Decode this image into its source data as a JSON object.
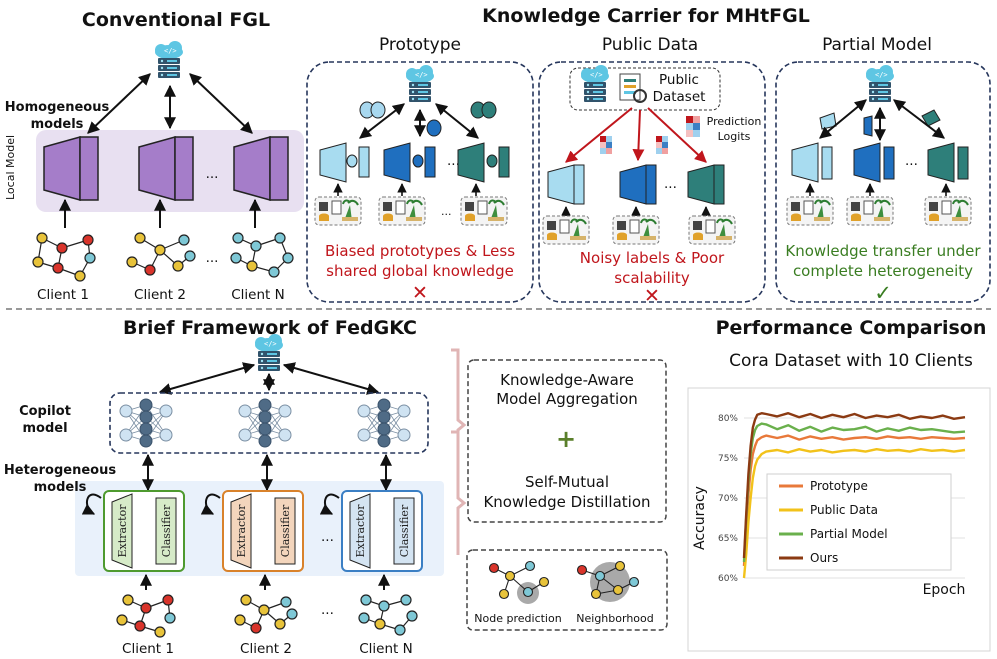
{
  "conventional": {
    "title": "Conventional FGL",
    "homogeneous_label_1": "Homogeneous",
    "homogeneous_label_2": "models",
    "local_model_label": "Local Model",
    "clients": [
      "Client 1",
      "Client 2",
      "Client N"
    ],
    "ellipsis": "..."
  },
  "carrier": {
    "title": "Knowledge Carrier for MHtFGL",
    "prototype": {
      "heading": "Prototype",
      "caption_1": "Biased prototypes & Less",
      "caption_2": "shared global knowledge",
      "verdict": "✕"
    },
    "public_data": {
      "heading": "Public Data",
      "dataset_label_1": "Public",
      "dataset_label_2": "Dataset",
      "logits_label_1": "Prediction",
      "logits_label_2": "Logits",
      "caption_1": "Noisy labels & Poor",
      "caption_2": "scalability",
      "verdict": "✕"
    },
    "partial_model": {
      "heading": "Partial Model",
      "caption_1": "Knowledge transfer under",
      "caption_2": "complete heterogeneity",
      "verdict": "✓"
    }
  },
  "framework": {
    "title": "Brief Framework of FedGKC",
    "copilot_label_1": "Copilot",
    "copilot_label_2": "model",
    "hetero_label_1": "Heterogeneous",
    "hetero_label_2": "models",
    "extractor_label": "Extractor",
    "classifier_label": "Classifier",
    "clients": [
      "Client 1",
      "Client 2",
      "Client N"
    ],
    "ellipsis": "...",
    "module_1_line_1": "Knowledge-Aware",
    "module_1_line_2": "Model Aggregation",
    "plus": "+",
    "module_2_line_1": "Self-Mutual",
    "module_2_line_2": "Knowledge Distillation",
    "task_1": "Node prediction",
    "task_2": "Neighborhood",
    "colors": {
      "client1": "#4e9a2f",
      "client2": "#d9822b",
      "clientN": "#3b7fc4"
    }
  },
  "performance": {
    "title": "Performance Comparison",
    "subtitle": "Cora Dataset with 10 Clients",
    "chart_data": {
      "type": "line",
      "title": "Cora Dataset with 10 Clients",
      "xlabel": "Epoch",
      "ylabel": "Accuracy",
      "ylim": [
        60,
        82
      ],
      "y_ticks": [
        "60%",
        "65%",
        "70%",
        "75%",
        "80%"
      ],
      "y_tick_values": [
        60,
        65,
        70,
        75,
        80
      ],
      "grid": true,
      "legend_position": "bottom-right",
      "x": [
        0,
        1,
        2,
        3,
        4,
        5,
        6,
        8,
        10,
        15,
        20,
        25,
        30,
        35,
        40,
        45,
        50,
        55,
        60,
        65,
        70,
        75,
        80,
        85,
        90,
        95,
        100
      ],
      "series": [
        {
          "name": "Prototype",
          "color": "#e8793a",
          "values": [
            61.5,
            66,
            70.5,
            73.5,
            75.5,
            76.5,
            77.2,
            77.6,
            77.8,
            77.5,
            77.8,
            77.3,
            77.7,
            77.4,
            77.6,
            77.3,
            77.5,
            77.6,
            77.4,
            77.7,
            77.5,
            77.6,
            77.4,
            77.6,
            77.5,
            77.4,
            77.5
          ]
        },
        {
          "name": "Public Data",
          "color": "#f2c21a",
          "values": [
            60,
            63,
            67,
            70,
            72.5,
            74,
            74.8,
            75.5,
            75.8,
            76,
            75.7,
            76.1,
            75.8,
            76,
            75.7,
            75.9,
            76,
            75.8,
            76.1,
            75.9,
            76,
            75.8,
            76.1,
            75.9,
            76,
            75.8,
            76
          ]
        },
        {
          "name": "Partial Model",
          "color": "#6ab04c",
          "values": [
            62,
            67.5,
            72,
            75.5,
            77.5,
            78.5,
            79,
            79.3,
            79.2,
            78.6,
            79.1,
            78.4,
            78.9,
            78.3,
            78.8,
            78.5,
            78.6,
            78.9,
            78.3,
            78.7,
            78.4,
            78.8,
            78.5,
            78.6,
            78.4,
            78.2,
            78.3
          ]
        },
        {
          "name": "Ours",
          "color": "#8b3a12",
          "values": [
            62.5,
            68,
            73,
            76.5,
            78.8,
            79.8,
            80.4,
            80.6,
            80.5,
            80.2,
            80.6,
            80.1,
            80.5,
            80,
            80.4,
            80.1,
            80.5,
            80,
            80.3,
            80.1,
            80.4,
            79.9,
            80.2,
            80,
            80.3,
            79.9,
            80.1
          ]
        }
      ]
    }
  }
}
